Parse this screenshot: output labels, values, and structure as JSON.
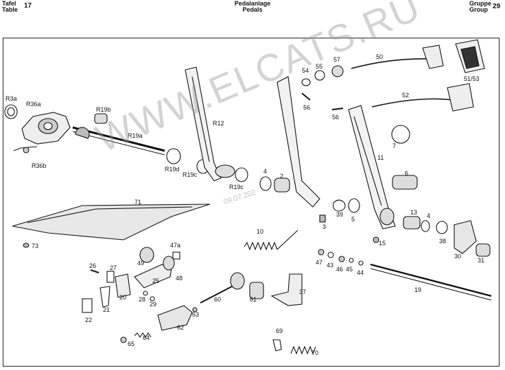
{
  "header": {
    "left_word1": "Tafel",
    "left_word2": "Table",
    "left_number": "17",
    "title_de": "Pedalanlage",
    "title_en": "Pedals",
    "right_word1": "Gruppe",
    "right_word2": "Group",
    "right_number": "29"
  },
  "watermark": {
    "text": "WWW.ELCATS.RU",
    "date": "09.07.202"
  },
  "parts": [
    "R3a",
    "R36a",
    "R19b",
    "R19a",
    "R36b",
    "R19d",
    "R19c",
    "R12",
    "R19c",
    "71",
    "73",
    "4",
    "2",
    "54",
    "55",
    "57",
    "56",
    "56",
    "50",
    "51/53",
    "52",
    "7",
    "11",
    "6",
    "3",
    "39",
    "5",
    "13",
    "4",
    "38",
    "10",
    "15",
    "30",
    "31",
    "47",
    "43",
    "46",
    "45",
    "44",
    "19",
    "26",
    "27",
    "49",
    "47a",
    "25",
    "48",
    "20",
    "28",
    "29",
    "21",
    "22",
    "60",
    "61",
    "37",
    "63",
    "62",
    "64",
    "65",
    "69",
    "70"
  ]
}
